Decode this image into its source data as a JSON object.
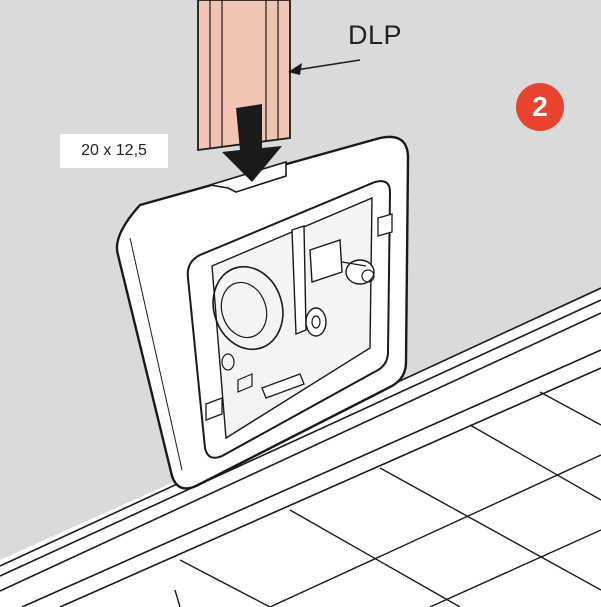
{
  "labels": {
    "duct_label": "DLP",
    "duct_size": "20 x 12,5"
  },
  "step": {
    "number": "2"
  },
  "colors": {
    "wall": "#dadada",
    "duct": "#f2c4b4",
    "badge": "#e8432e",
    "box": "#ffffff",
    "line": "#1a1a1a"
  }
}
